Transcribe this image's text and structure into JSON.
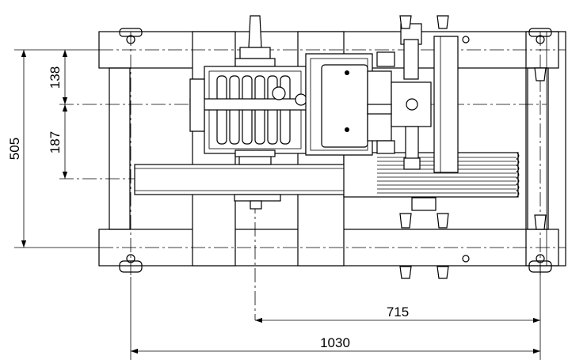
{
  "dimensions": {
    "top_offset": "138",
    "mid_offset": "187",
    "frame_height": "505",
    "partial_width": "715",
    "overall_width": "1030"
  }
}
